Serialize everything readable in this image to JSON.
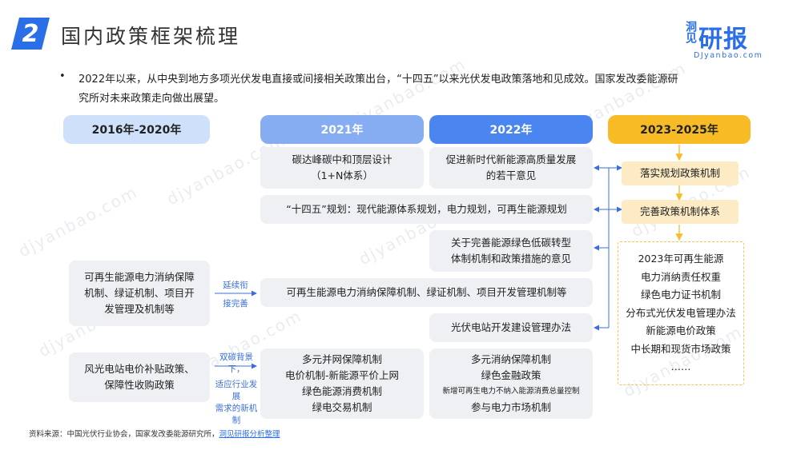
{
  "header": {
    "number": "2",
    "title": "国内政策框架梳理",
    "logo_top": "洞见",
    "logo_main": "研报",
    "logo_url": "DJyanbao.com"
  },
  "watermark": "djyanbao.com",
  "intro": {
    "bullet": "•",
    "line1": "2022年以来，从中央到地方多项光伏发电直接或间接相关政策出台，“十四五”以来光伏发电政策落地和见成效。国家发改委能源研",
    "line2": "究所对未来政策走向做出展望。"
  },
  "columns": {
    "c1": "2016年-2020年",
    "c2": "2021年",
    "c3": "2022年",
    "c4": "2023-2025年"
  },
  "boxes": {
    "b2021_1": [
      "碳达峰碳中和顶层设计",
      "（1+N体系）"
    ],
    "b2022_1": [
      "促进新时代新能源高质量发展",
      "的若干意见"
    ],
    "plan": "“十四五”规划：现代能源体系规划，电力规划，可再生能源规划",
    "b2022_2": [
      "关于完善能源绿色低碳转型",
      "体制机制和政策措施的意见"
    ],
    "left1": [
      "可再生能源电力消纳保障",
      "机制、绿证机制、项目开",
      "发管理及机制等"
    ],
    "mid_wide": "可再生能源电力消纳保障机制、绿证机制、项目开发管理机制等",
    "pv_station": "光伏电站开发建设管理办法",
    "left2": [
      "风光电站电价补贴政策、",
      "保障性收购政策"
    ],
    "b2021_bottom": [
      "多元并网保障机制",
      "电价机制-新能源平价上网",
      "绿色能源消费机制",
      "绿电交易机制"
    ],
    "b2022_bottom": [
      "多元消纳保障机制",
      "绿色金融政策",
      "新增可再生电力不纳入能源消费总量控制",
      "参与电力市场机制"
    ],
    "right1": "落实规划政策机制",
    "right2": "完善政策机制体系",
    "right_list": [
      "2023年可再生能源",
      "电力消纳责任权重",
      "绿色电力证书机制",
      "分布式光伏发电管理办法",
      "新能源电价政策",
      "中长期和现货市场政策",
      "……"
    ]
  },
  "arrow_labels": {
    "a1": [
      "延续衔",
      "接完善"
    ],
    "a2": [
      "双碳背景下，",
      "适应行业发展",
      "需求的新机制"
    ]
  },
  "footer": {
    "source_prefix": "资料来源：中国光伏行业协会，国家发改委能源研究所，",
    "source_link": "洞见研报分析整理"
  },
  "colors": {
    "accent_blue": "#2a6ee8",
    "header_light_blue": "#cfe0fb",
    "header_mid_blue": "#86adf2",
    "header_blue": "#4b85ef",
    "header_yellow": "#f6bb25"
  }
}
